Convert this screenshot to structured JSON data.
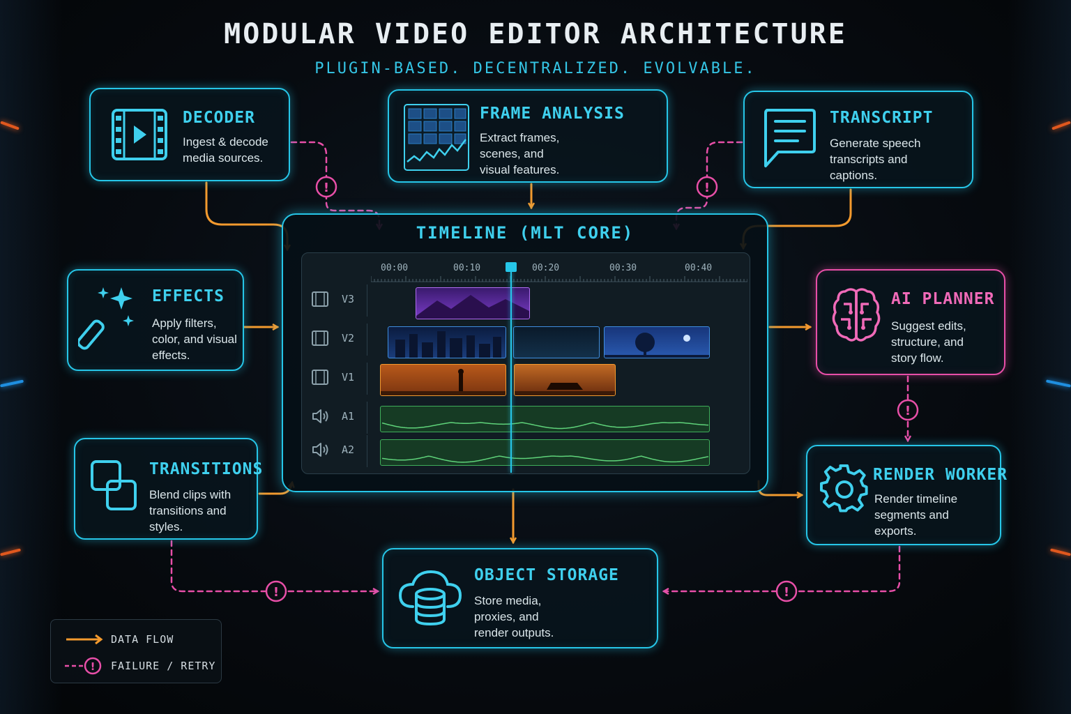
{
  "title": "MODULAR VIDEO EDITOR ARCHITECTURE",
  "subtitle": "PLUGIN-BASED. DECENTRALIZED. EVOLVABLE.",
  "colors": {
    "accent": "#26c6e8",
    "data_flow": "#f39a2e",
    "failure": "#e84fa8",
    "background": "#070b10"
  },
  "nodes": {
    "decoder": {
      "title": "DECODER",
      "desc": [
        "Ingest & decode",
        "media sources."
      ],
      "icon": "film-play-icon"
    },
    "frame_analysis": {
      "title": "FRAME ANALYSIS",
      "desc": [
        "Extract frames,",
        "scenes, and",
        "visual features."
      ],
      "icon": "frame-grid-chart-icon"
    },
    "transcript": {
      "title": "TRANSCRIPT",
      "desc": [
        "Generate speech",
        "transcripts and",
        "captions."
      ],
      "icon": "speech-bubble-icon"
    },
    "effects": {
      "title": "EFFECTS",
      "desc": [
        "Apply filters,",
        "color, and visual",
        "effects."
      ],
      "icon": "magic-wand-icon"
    },
    "transitions": {
      "title": "TRANSITIONS",
      "desc": [
        "Blend clips with",
        "transitions and",
        "styles."
      ],
      "icon": "overlapping-squares-icon"
    },
    "ai_planner": {
      "title": "AI PLANNER",
      "desc": [
        "Suggest edits,",
        "structure, and",
        "story flow."
      ],
      "icon": "brain-icon"
    },
    "render_worker": {
      "title": "RENDER WORKER",
      "desc": [
        "Render timeline",
        "segments and",
        "exports."
      ],
      "icon": "gear-icon"
    },
    "object_storage": {
      "title": "OBJECT STORAGE",
      "desc": [
        "Store media,",
        "proxies, and",
        "render outputs."
      ],
      "icon": "cloud-database-icon"
    }
  },
  "timeline": {
    "title": "TIMELINE (MLT CORE)",
    "ticks": [
      "00:00",
      "00:10",
      "00:20",
      "00:30",
      "00:40"
    ],
    "tracks": [
      {
        "label": "V3",
        "icon": "film-strip-icon"
      },
      {
        "label": "V2",
        "icon": "film-strip-icon"
      },
      {
        "label": "V1",
        "icon": "film-strip-icon"
      },
      {
        "label": "A1",
        "icon": "speaker-icon"
      },
      {
        "label": "A2",
        "icon": "speaker-icon"
      }
    ]
  },
  "legend": {
    "data_flow": "DATA FLOW",
    "failure_retry": "FAILURE / RETRY"
  }
}
